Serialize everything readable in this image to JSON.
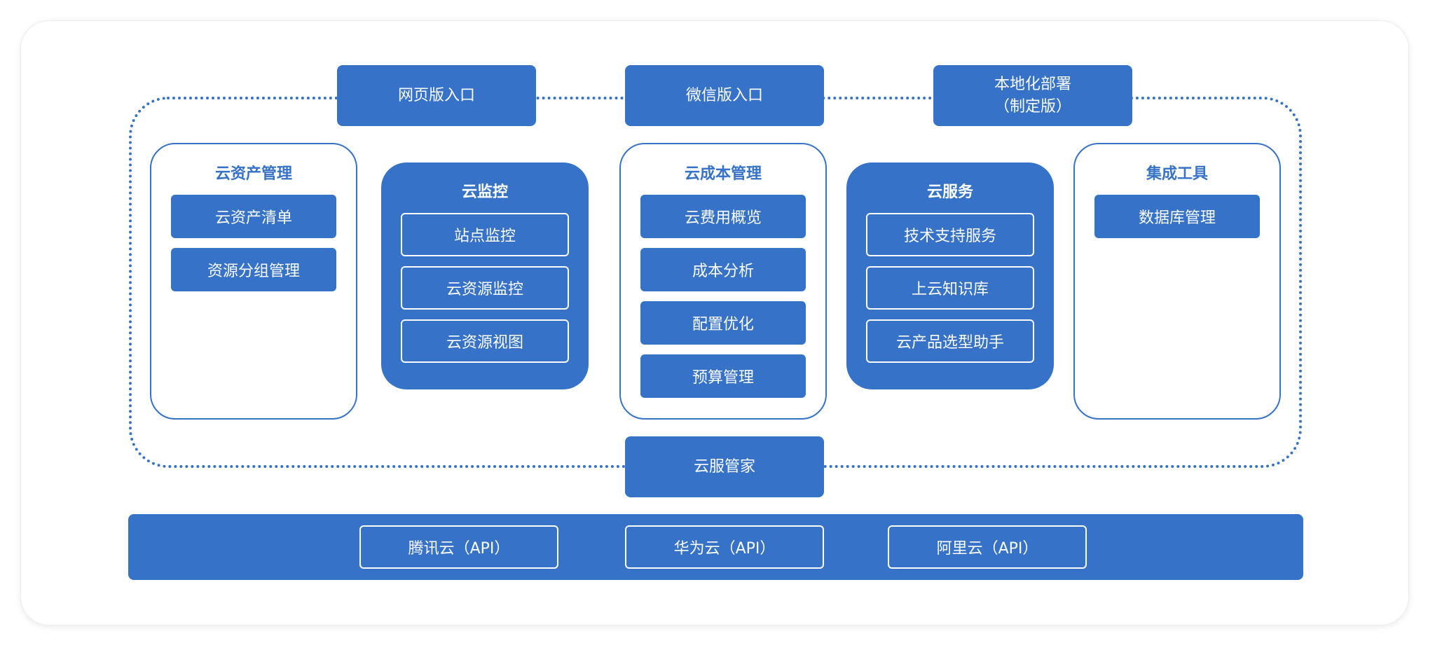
{
  "entries": {
    "web": "网页版入口",
    "wechat": "微信版入口",
    "local_line1": "本地化部署",
    "local_line2": "（制定版）"
  },
  "panels": {
    "asset": {
      "title": "云资产管理",
      "items": [
        "云资产清单",
        "资源分组管理"
      ]
    },
    "monitor": {
      "title": "云监控",
      "items": [
        "站点监控",
        "云资源监控",
        "云资源视图"
      ]
    },
    "cost": {
      "title": "云成本管理",
      "items": [
        "云费用概览",
        "成本分析",
        "配置优化",
        "预算管理"
      ]
    },
    "service": {
      "title": "云服务",
      "items": [
        "技术支持服务",
        "上云知识库",
        "云产品选型助手"
      ]
    },
    "tools": {
      "title": "集成工具",
      "items": [
        "数据库管理"
      ]
    }
  },
  "butler": "云服管家",
  "providers": [
    "腾讯云（API）",
    "华为云（API）",
    "阿里云（API）"
  ],
  "colors": {
    "primary": "#3572c8",
    "background": "#ffffff"
  }
}
